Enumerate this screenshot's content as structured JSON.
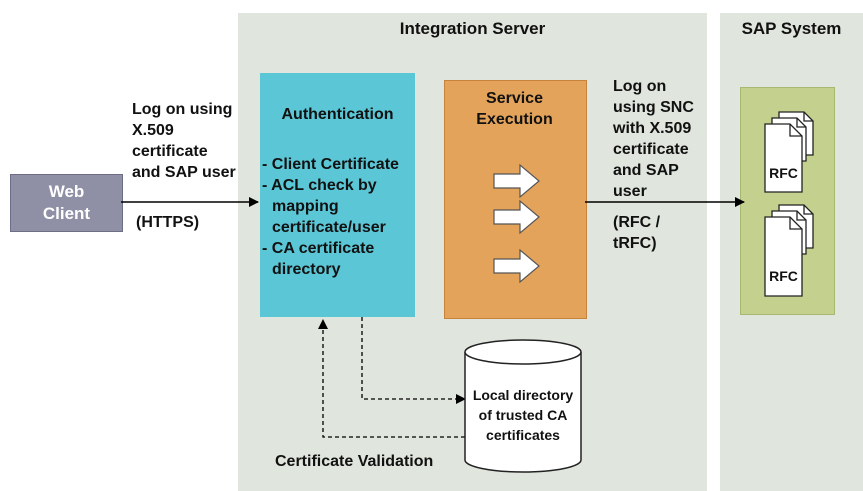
{
  "integration_server": {
    "title": "Integration Server"
  },
  "sap_system": {
    "title": "SAP System",
    "rfc_labels": [
      "RFC",
      "RFC"
    ]
  },
  "web_client": {
    "label_line1": "Web",
    "label_line2": "Client"
  },
  "left_connection": {
    "lines": [
      "Log on using",
      "X.509",
      "certificate",
      "and SAP user"
    ],
    "protocol": "(HTTPS)"
  },
  "authentication": {
    "title": "Authentication",
    "items": [
      "- Client Certificate",
      "- ACL check by",
      "mapping",
      "certificate/user",
      "- CA certificate",
      "directory"
    ]
  },
  "service_execution": {
    "title_line1": "Service",
    "title_line2": "Execution"
  },
  "right_connection": {
    "lines": [
      "Log on",
      "using SNC",
      "with X.509",
      "certificate",
      "and SAP",
      "user"
    ],
    "protocol_line1": "(RFC /",
    "protocol_line2": "tRFC)"
  },
  "local_directory": {
    "lines": [
      "Local directory",
      "of trusted CA",
      "certificates"
    ]
  },
  "certificate_validation": {
    "label": "Certificate Validation"
  },
  "colors": {
    "panel": "#e0e5dd",
    "web_client": "#8f8fa6",
    "authentication": "#5bc6d6",
    "service_execution": "#e4a35b",
    "rfc_area": "#c4d18e"
  }
}
